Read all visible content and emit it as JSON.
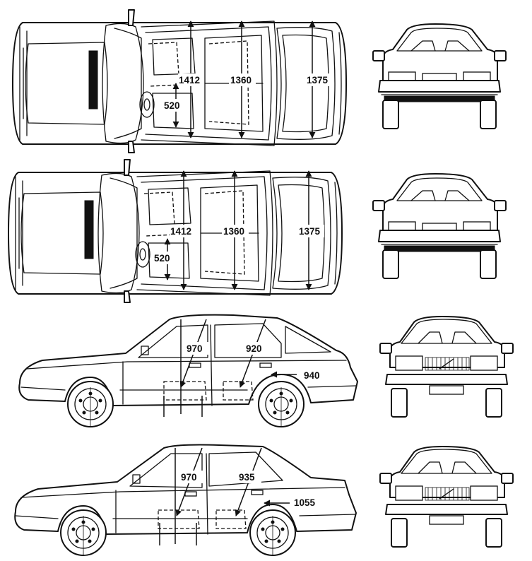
{
  "top_view_1": {
    "dim_a": "1412",
    "dim_b": "1360",
    "dim_c": "1375",
    "dim_d": "520"
  },
  "top_view_2": {
    "dim_a": "1412",
    "dim_b": "1360",
    "dim_c": "1375",
    "dim_d": "520"
  },
  "side_view_hatchback": {
    "dim_front_door": "970",
    "dim_rear_door": "920",
    "dim_rear": "940"
  },
  "side_view_sedan": {
    "dim_front_door": "970",
    "dim_rear_door": "935",
    "dim_rear": "1055"
  }
}
